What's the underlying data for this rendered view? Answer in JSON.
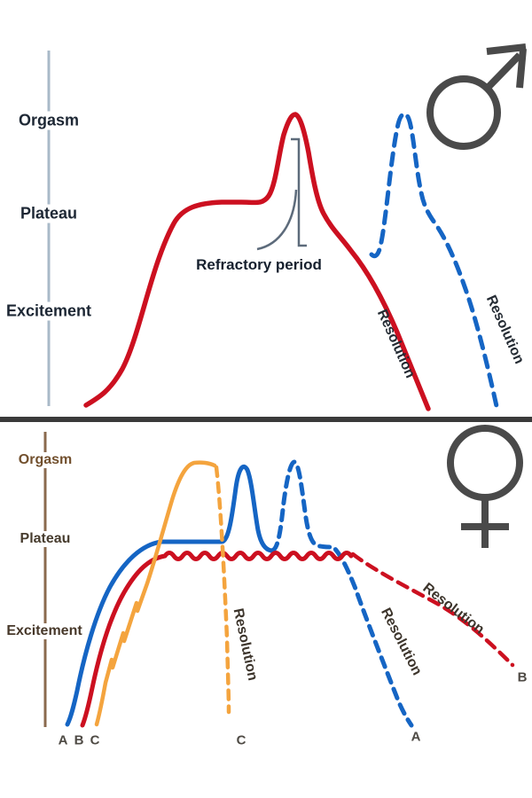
{
  "panels": {
    "male": {
      "symbol_icon": "male-sign",
      "stages": {
        "orgasm": "Orgasm",
        "plateau": "Plateau",
        "excitement": "Excitement"
      },
      "refractory_label": "Refractory period",
      "solid_curve_resolution": "Resolution",
      "dashed_curve_resolution": "Resolution"
    },
    "female": {
      "symbol_icon": "female-sign",
      "stages": {
        "orgasm": "Orgasm",
        "plateau": "Plateau",
        "excitement": "Excitement"
      },
      "pattern_a": {
        "start_label": "A",
        "end_label": "A",
        "resolution_label": "Resolution",
        "color": "blue"
      },
      "pattern_b": {
        "start_label": "B",
        "end_label": "B",
        "resolution_label": "Resolution",
        "color": "red"
      },
      "pattern_c": {
        "start_label": "C",
        "end_label": "C",
        "resolution_label": "Resolution",
        "color": "orange"
      }
    }
  },
  "colors": {
    "red": "#cc1020",
    "blue": "#1565c4",
    "orange": "#f4a43e",
    "axis_male": "#a9bac8",
    "axis_female": "#8a6a4e",
    "symbol_gray": "#4a4a4a",
    "divider": "#3a3a3a",
    "bracket_gray": "#5d6b7b"
  }
}
